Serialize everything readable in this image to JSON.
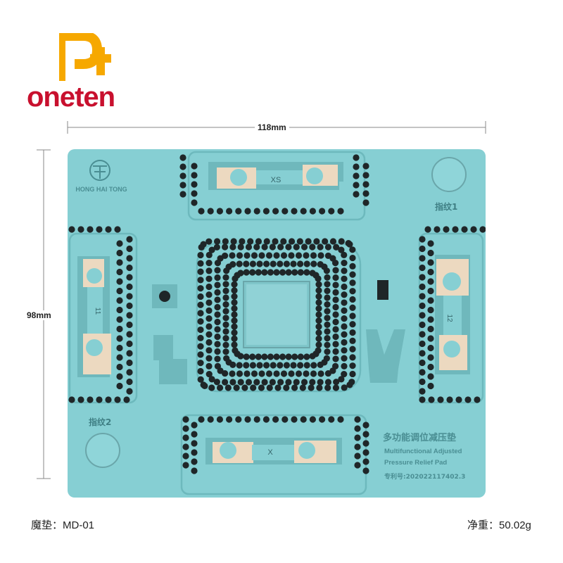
{
  "logo": {
    "wordmark": "oneten",
    "orange": "#f6a800",
    "red": "#c8102e"
  },
  "dimensions": {
    "width_label": "118mm",
    "height_label": "98mm"
  },
  "pad": {
    "brand": "HONG HAI TONG",
    "title_cn": "多功能调位减压垫",
    "title_en_line1": "Multifunctional Adjusted",
    "title_en_line2": "Pressure Relief Pad",
    "patent": "专利号:202022117402.3",
    "slot_top": "XS",
    "slot_bottom": "X",
    "slot_left": "11",
    "slot_right": "12",
    "fingerprint_1": "指纹1",
    "fingerprint_2": "指纹2",
    "color_body": "#86cfd3",
    "color_hole": "#1f2628",
    "color_cutout": "#ecd9c0"
  },
  "footer": {
    "model": "魔垫：MD-01",
    "weight": "净重：50.02g"
  }
}
